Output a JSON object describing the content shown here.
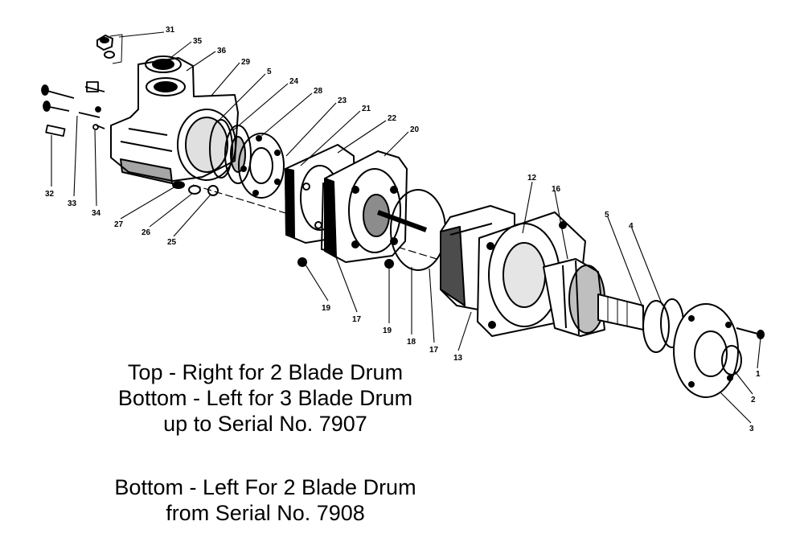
{
  "callouts": [
    "31",
    "35",
    "36",
    "29",
    "5",
    "24",
    "28",
    "23",
    "21",
    "22",
    "20",
    "12",
    "16",
    "5",
    "4",
    "32",
    "33",
    "34",
    "27",
    "26",
    "25",
    "19",
    "17",
    "19",
    "18",
    "17",
    "13",
    "1",
    "2",
    "3"
  ],
  "caption": {
    "line1": "Top - Right for 2 Blade Drum",
    "line2": "Bottom - Left for 3 Blade Drum",
    "line3": "up to Serial No. 7907",
    "line4": "Bottom  - Left For 2 Blade Drum",
    "line5": "from Serial No. 7908"
  },
  "colors": {
    "ink": "#000000",
    "paper": "#ffffff"
  }
}
